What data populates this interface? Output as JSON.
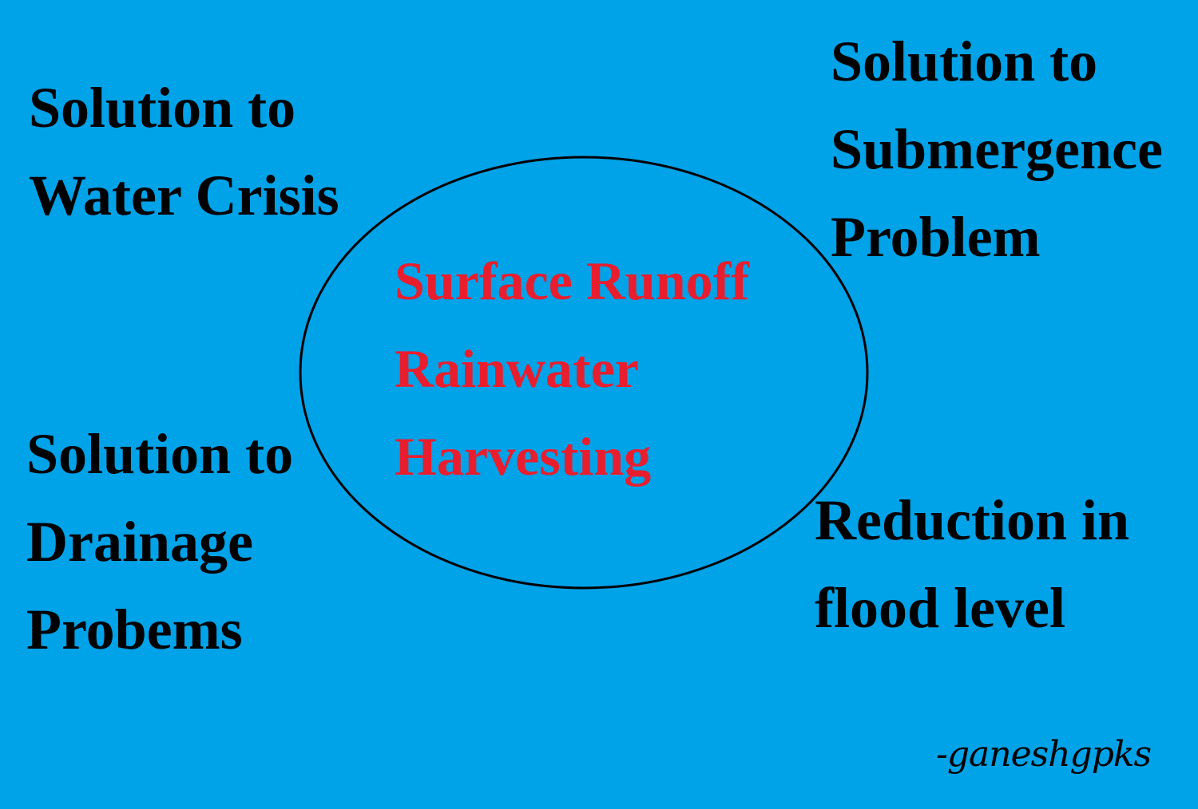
{
  "colors": {
    "background": "#00a2e8",
    "outer_text": "#000000",
    "center_text": "#e81e2e",
    "ellipse_stroke": "#000000"
  },
  "center": {
    "lines": [
      "Surface Runoff",
      "Rainwater",
      "Harvesting"
    ]
  },
  "top_left": {
    "lines": [
      "Solution to",
      "Water Crisis"
    ]
  },
  "top_right": {
    "lines": [
      "Solution to",
      "Submergence",
      "Problem"
    ]
  },
  "bottom_left": {
    "lines": [
      "Solution to",
      "Drainage",
      "Probems"
    ]
  },
  "bottom_right": {
    "lines": [
      "Reduction in",
      "flood level"
    ]
  },
  "signature": "-ganeshgpks"
}
